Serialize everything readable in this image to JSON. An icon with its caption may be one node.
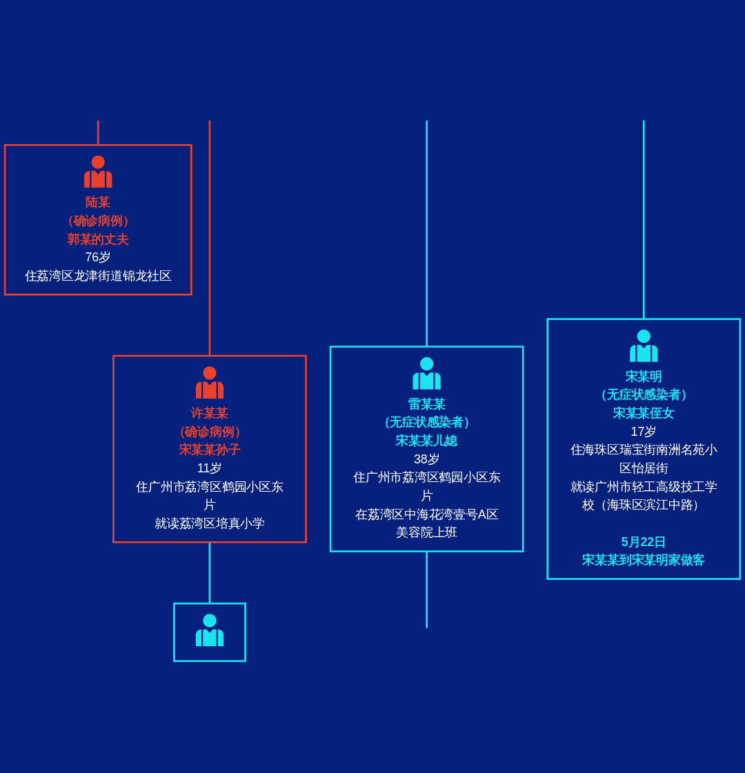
{
  "diagram": {
    "nodes": [
      {
        "text": [
          "陆某",
          "（确诊病例）",
          "郭某的丈夫",
          "76岁",
          "住荔湾区龙津街道锦龙社区"
        ]
      },
      {
        "text": [
          "许某某",
          "（确诊病例）",
          "宋某某孙子",
          "11岁",
          "住广州市荔湾区鹤园小区东片",
          "就读荔湾区培真小学"
        ]
      },
      {
        "text": [
          "雷某某",
          "（无症状感染者）",
          "宋某某儿媳",
          "38岁",
          "住广州市荔湾区鹤园小区东片",
          "在荔湾区中海花湾壹号A区美容院上班"
        ]
      },
      {
        "text": [
          "宋某明",
          "（无症状感染者）",
          "宋某某侄女",
          "17岁",
          "住海珠区瑞宝街南洲名苑小区怡居街",
          "就读广州市轻工高级技工学校（海珠区滨江中路）",
          "5月22日",
          "宋某某到宋某明家做客"
        ]
      },
      {
        "text": [],
        "shape": "person"
      }
    ],
    "edges": [
      {
        "from": null,
        "to": 0,
        "arrow": "none",
        "color": "#e8412c"
      },
      {
        "from": null,
        "to": 1,
        "arrow": "none",
        "color": "#e8412c"
      },
      {
        "from": null,
        "to": 2,
        "arrow": "none"
      },
      {
        "from": null,
        "to": 3,
        "arrow": "none"
      },
      {
        "from": 1,
        "to": 4,
        "arrow": "none"
      },
      {
        "from": 2,
        "to": null,
        "arrow": "none"
      }
    ]
  }
}
